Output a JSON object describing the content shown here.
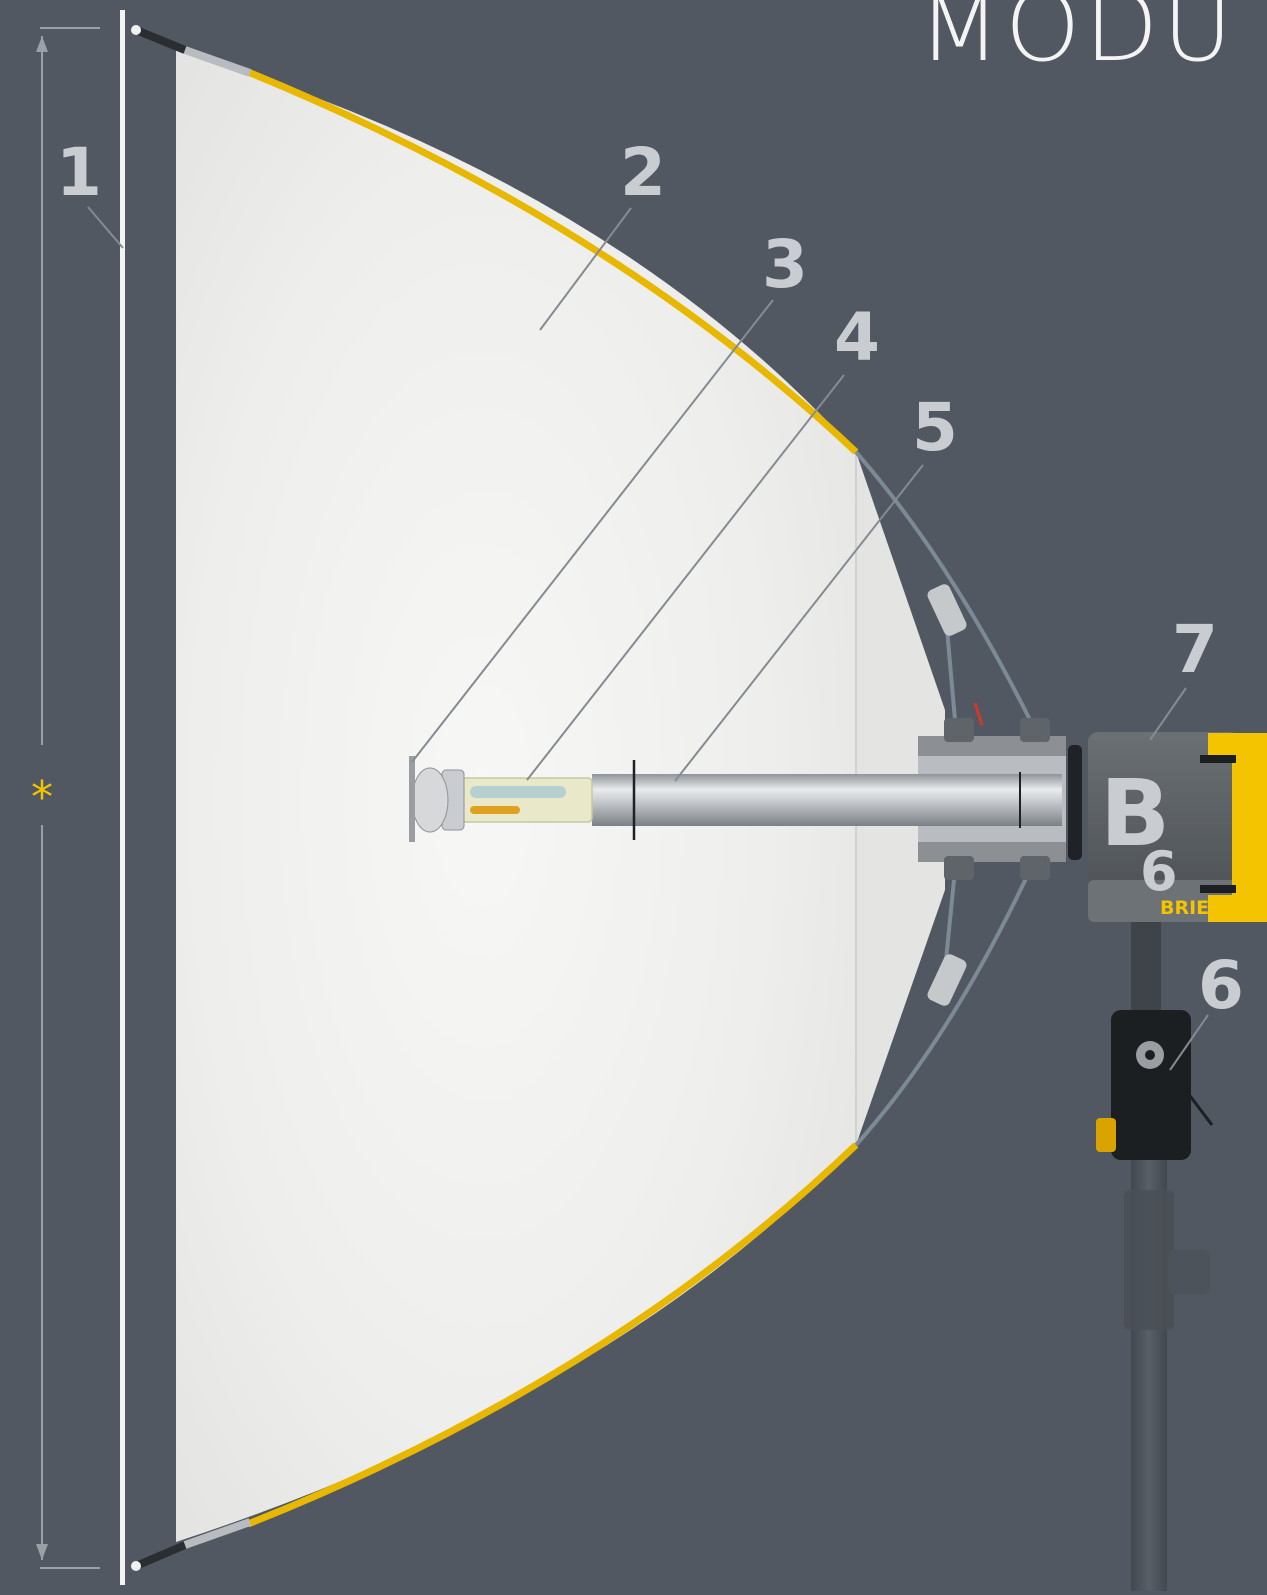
{
  "title": "MODU",
  "dimension_symbol": "*",
  "callouts": [
    {
      "id": "1",
      "label": "1"
    },
    {
      "id": "2",
      "label": "2"
    },
    {
      "id": "3",
      "label": "3"
    },
    {
      "id": "4",
      "label": "4"
    },
    {
      "id": "5",
      "label": "5"
    },
    {
      "id": "6",
      "label": "6"
    },
    {
      "id": "7",
      "label": "7"
    }
  ],
  "head_badge_letter": "B",
  "head_badge_number": "6",
  "brand": "BRIESE",
  "colors": {
    "background": "#515861",
    "accent": "#f4c400",
    "callout": "#c9cdd2",
    "reflector": "#f3f4f2"
  }
}
